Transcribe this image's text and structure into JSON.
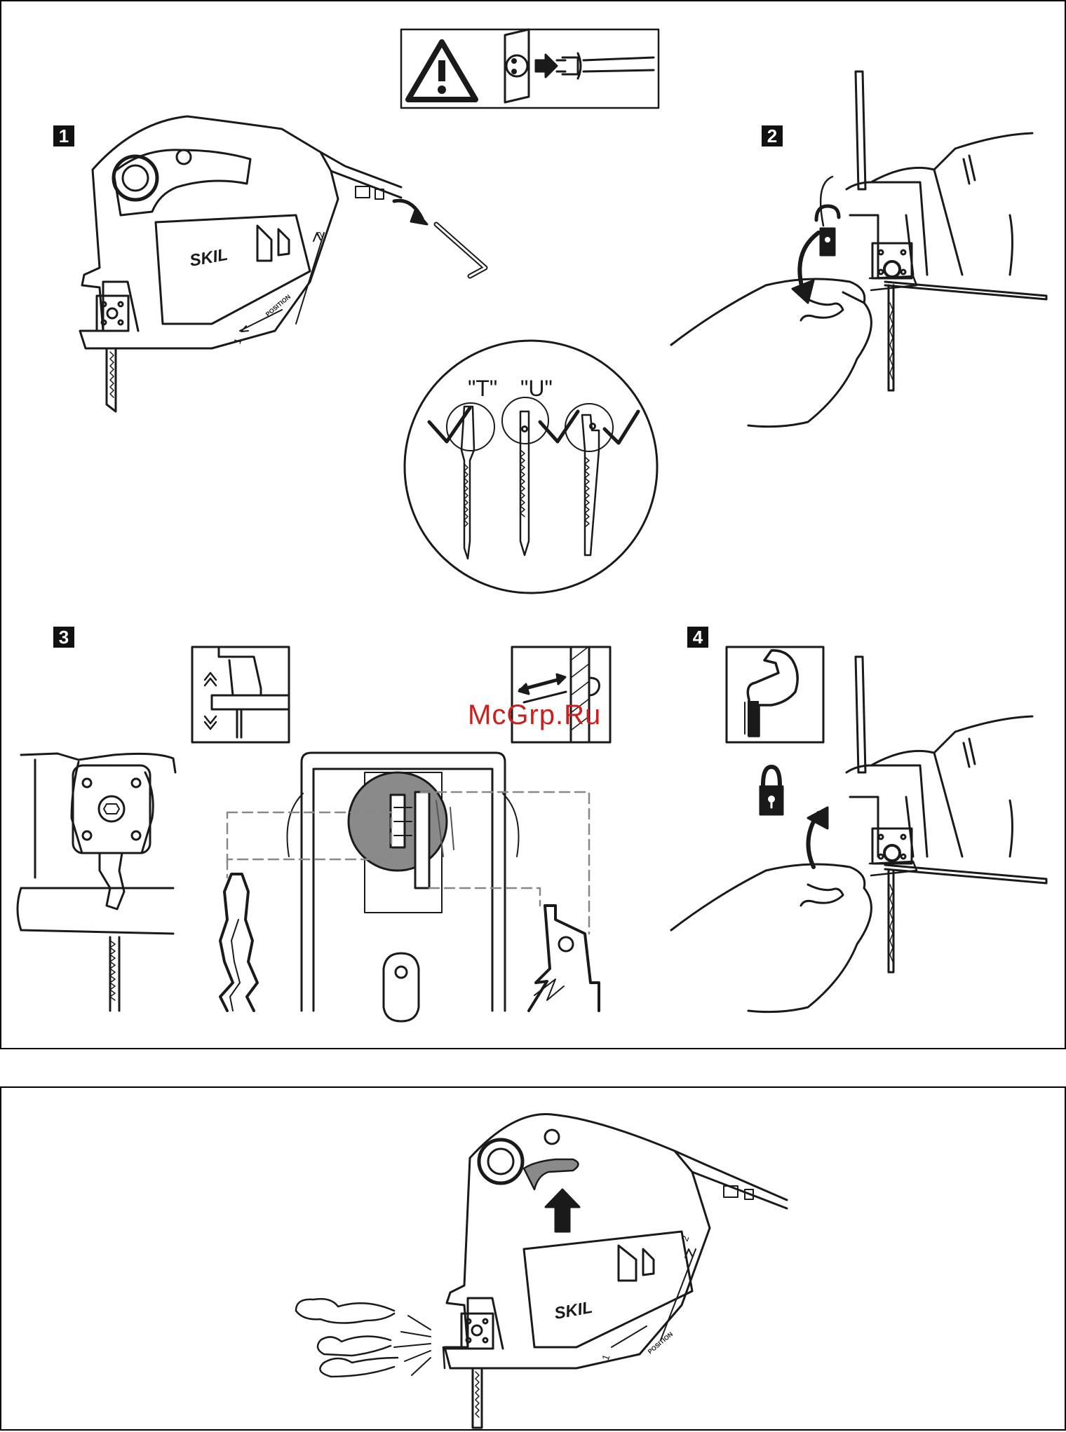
{
  "steps": [
    "1",
    "2",
    "3",
    "4"
  ],
  "brand_label": "SKIL",
  "position_label": "POSITION",
  "base_scale": [
    "1",
    "2"
  ],
  "blade_types": [
    "\"T\"",
    "\"U\""
  ],
  "watermark": "McGrp.Ru",
  "colors": {
    "line": "#1a1a1a",
    "shade": "#8a8a8a",
    "watermark": "#c8201e"
  }
}
